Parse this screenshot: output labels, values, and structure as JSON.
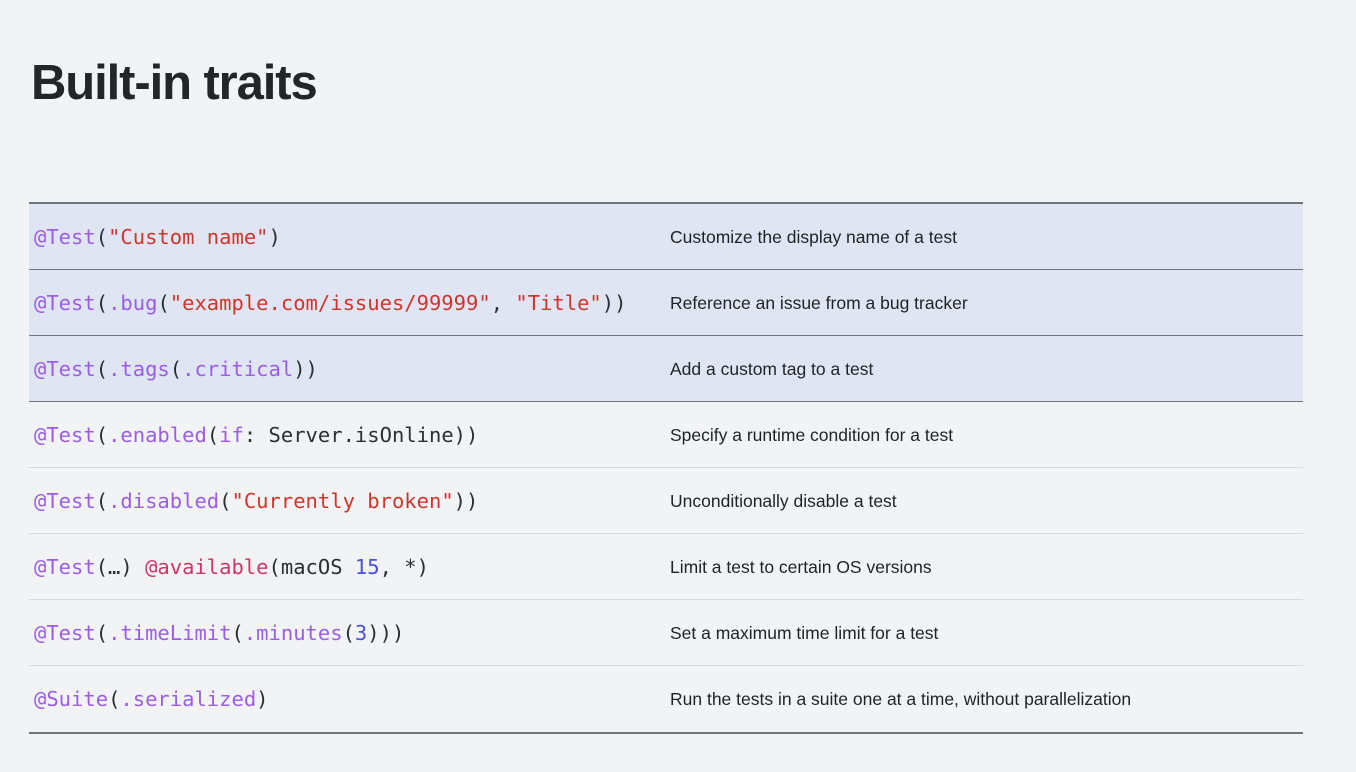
{
  "page": {
    "title": "Built-in traits",
    "background_color": "#f2f3f5",
    "title_color": "#22262a"
  },
  "colors": {
    "highlight_row_background": "#dfe5f3",
    "rule_strong": "#6f757c",
    "rule_light": "#d7d9dd",
    "token_attribute_purple": "#9b5de5",
    "token_attribute_crimson": "#cf3568",
    "token_string_red": "#d0352b",
    "token_number_blue": "#4a52d8",
    "token_punctuation": "#2b2f33",
    "description_text": "#1f2326"
  },
  "table": {
    "rows": [
      {
        "highlighted": true,
        "separator": "dark",
        "code_plain": "@Test(\"Custom name\")",
        "tokens": [
          {
            "t": "@Test",
            "c": "tok-attr"
          },
          {
            "t": "(",
            "c": "tok-punct"
          },
          {
            "t": "\"Custom name\"",
            "c": "tok-string"
          },
          {
            "t": ")",
            "c": "tok-punct"
          }
        ],
        "description": "Customize the display name of a test"
      },
      {
        "highlighted": true,
        "separator": "dark",
        "code_plain": "@Test(.bug(\"example.com/issues/99999\", \"Title\"))",
        "tokens": [
          {
            "t": "@Test",
            "c": "tok-attr"
          },
          {
            "t": "(",
            "c": "tok-punct"
          },
          {
            "t": ".bug",
            "c": "tok-member"
          },
          {
            "t": "(",
            "c": "tok-punct"
          },
          {
            "t": "\"example.com/issues/99999\"",
            "c": "tok-string"
          },
          {
            "t": ", ",
            "c": "tok-punct"
          },
          {
            "t": "\"Title\"",
            "c": "tok-string"
          },
          {
            "t": "))",
            "c": "tok-punct"
          }
        ],
        "description": "Reference an issue from a bug tracker"
      },
      {
        "highlighted": true,
        "separator": "dark",
        "code_plain": "@Test(.tags(.critical))",
        "tokens": [
          {
            "t": "@Test",
            "c": "tok-attr"
          },
          {
            "t": "(",
            "c": "tok-punct"
          },
          {
            "t": ".tags",
            "c": "tok-member"
          },
          {
            "t": "(",
            "c": "tok-punct"
          },
          {
            "t": ".critical",
            "c": "tok-member"
          },
          {
            "t": "))",
            "c": "tok-punct"
          }
        ],
        "description": "Add a custom tag to a test"
      },
      {
        "highlighted": false,
        "separator": "light",
        "code_plain": "@Test(.enabled(if: Server.isOnline))",
        "tokens": [
          {
            "t": "@Test",
            "c": "tok-attr"
          },
          {
            "t": "(",
            "c": "tok-punct"
          },
          {
            "t": ".enabled",
            "c": "tok-member"
          },
          {
            "t": "(",
            "c": "tok-punct"
          },
          {
            "t": "if",
            "c": "tok-member"
          },
          {
            "t": ": ",
            "c": "tok-punct"
          },
          {
            "t": "Server.isOnline",
            "c": "tok-plain"
          },
          {
            "t": "))",
            "c": "tok-punct"
          }
        ],
        "description": "Specify a runtime condition for a test"
      },
      {
        "highlighted": false,
        "separator": "light",
        "code_plain": "@Test(.disabled(\"Currently broken\"))",
        "tokens": [
          {
            "t": "@Test",
            "c": "tok-attr"
          },
          {
            "t": "(",
            "c": "tok-punct"
          },
          {
            "t": ".disabled",
            "c": "tok-member"
          },
          {
            "t": "(",
            "c": "tok-punct"
          },
          {
            "t": "\"Currently broken\"",
            "c": "tok-string"
          },
          {
            "t": "))",
            "c": "tok-punct"
          }
        ],
        "description": "Unconditionally disable a test"
      },
      {
        "highlighted": false,
        "separator": "light",
        "code_plain": "@Test(…) @available(macOS 15, *)",
        "tokens": [
          {
            "t": "@Test",
            "c": "tok-attr"
          },
          {
            "t": "(…) ",
            "c": "tok-punct"
          },
          {
            "t": "@available",
            "c": "tok-attr2"
          },
          {
            "t": "(",
            "c": "tok-punct"
          },
          {
            "t": "macOS ",
            "c": "tok-plain"
          },
          {
            "t": "15",
            "c": "tok-number"
          },
          {
            "t": ", *)",
            "c": "tok-punct"
          }
        ],
        "description": "Limit a test to certain OS versions"
      },
      {
        "highlighted": false,
        "separator": "light",
        "code_plain": "@Test(.timeLimit(.minutes(3)))",
        "tokens": [
          {
            "t": "@Test",
            "c": "tok-attr"
          },
          {
            "t": "(",
            "c": "tok-punct"
          },
          {
            "t": ".timeLimit",
            "c": "tok-member"
          },
          {
            "t": "(",
            "c": "tok-punct"
          },
          {
            "t": ".minutes",
            "c": "tok-member"
          },
          {
            "t": "(",
            "c": "tok-punct"
          },
          {
            "t": "3",
            "c": "tok-number"
          },
          {
            "t": ")))",
            "c": "tok-punct"
          }
        ],
        "description": "Set a maximum time limit for a test"
      },
      {
        "highlighted": false,
        "separator": "none",
        "code_plain": "@Suite(.serialized)",
        "tokens": [
          {
            "t": "@Suite",
            "c": "tok-attr"
          },
          {
            "t": "(",
            "c": "tok-punct"
          },
          {
            "t": ".serialized",
            "c": "tok-member"
          },
          {
            "t": ")",
            "c": "tok-punct"
          }
        ],
        "description": "Run the tests in a suite one at a time, without parallelization"
      }
    ]
  }
}
